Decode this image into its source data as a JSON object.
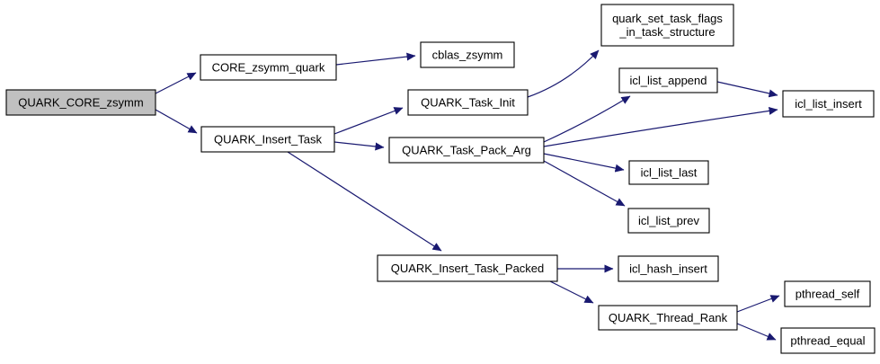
{
  "diagram": {
    "type": "call-graph",
    "background_color": "#ffffff",
    "node_fill": "#ffffff",
    "highlight_fill": "#c0c0c0",
    "border_color": "#000000",
    "edge_color": "#191970",
    "text_color": "#000000",
    "nodes": [
      {
        "id": "QUARK_CORE_zsymm",
        "label": "QUARK_CORE_zsymm",
        "highlighted": true
      },
      {
        "id": "CORE_zsymm_quark",
        "label": "CORE_zsymm_quark",
        "highlighted": false
      },
      {
        "id": "QUARK_Insert_Task",
        "label": "QUARK_Insert_Task",
        "highlighted": false
      },
      {
        "id": "cblas_zsymm",
        "label": "cblas_zsymm",
        "highlighted": false
      },
      {
        "id": "QUARK_Task_Init",
        "label": "QUARK_Task_Init",
        "highlighted": false
      },
      {
        "id": "QUARK_Task_Pack_Arg",
        "label": "QUARK_Task_Pack_Arg",
        "highlighted": false
      },
      {
        "id": "quark_set_task_flags_in_task_structure",
        "label": "quark_set_task_flags _in_task_structure",
        "label_lines": [
          "quark_set_task_flags",
          "_in_task_structure"
        ],
        "highlighted": false
      },
      {
        "id": "icl_list_append",
        "label": "icl_list_append",
        "highlighted": false
      },
      {
        "id": "icl_list_insert",
        "label": "icl_list_insert",
        "highlighted": false
      },
      {
        "id": "icl_list_last",
        "label": "icl_list_last",
        "highlighted": false
      },
      {
        "id": "icl_list_prev",
        "label": "icl_list_prev",
        "highlighted": false
      },
      {
        "id": "QUARK_Insert_Task_Packed",
        "label": "QUARK_Insert_Task_Packed",
        "highlighted": false
      },
      {
        "id": "icl_hash_insert",
        "label": "icl_hash_insert",
        "highlighted": false
      },
      {
        "id": "QUARK_Thread_Rank",
        "label": "QUARK_Thread_Rank",
        "highlighted": false
      },
      {
        "id": "pthread_self",
        "label": "pthread_self",
        "highlighted": false
      },
      {
        "id": "pthread_equal",
        "label": "pthread_equal",
        "highlighted": false
      }
    ],
    "edges": [
      {
        "from": "QUARK_CORE_zsymm",
        "to": "CORE_zsymm_quark"
      },
      {
        "from": "QUARK_CORE_zsymm",
        "to": "QUARK_Insert_Task"
      },
      {
        "from": "CORE_zsymm_quark",
        "to": "cblas_zsymm"
      },
      {
        "from": "QUARK_Insert_Task",
        "to": "QUARK_Task_Init"
      },
      {
        "from": "QUARK_Insert_Task",
        "to": "QUARK_Task_Pack_Arg"
      },
      {
        "from": "QUARK_Insert_Task",
        "to": "QUARK_Insert_Task_Packed"
      },
      {
        "from": "QUARK_Task_Init",
        "to": "quark_set_task_flags_in_task_structure"
      },
      {
        "from": "QUARK_Task_Pack_Arg",
        "to": "icl_list_append"
      },
      {
        "from": "QUARK_Task_Pack_Arg",
        "to": "icl_list_insert"
      },
      {
        "from": "QUARK_Task_Pack_Arg",
        "to": "icl_list_last"
      },
      {
        "from": "QUARK_Task_Pack_Arg",
        "to": "icl_list_prev"
      },
      {
        "from": "icl_list_append",
        "to": "icl_list_insert"
      },
      {
        "from": "QUARK_Insert_Task_Packed",
        "to": "icl_hash_insert"
      },
      {
        "from": "QUARK_Insert_Task_Packed",
        "to": "QUARK_Thread_Rank"
      },
      {
        "from": "QUARK_Thread_Rank",
        "to": "pthread_self"
      },
      {
        "from": "QUARK_Thread_Rank",
        "to": "pthread_equal"
      }
    ]
  }
}
